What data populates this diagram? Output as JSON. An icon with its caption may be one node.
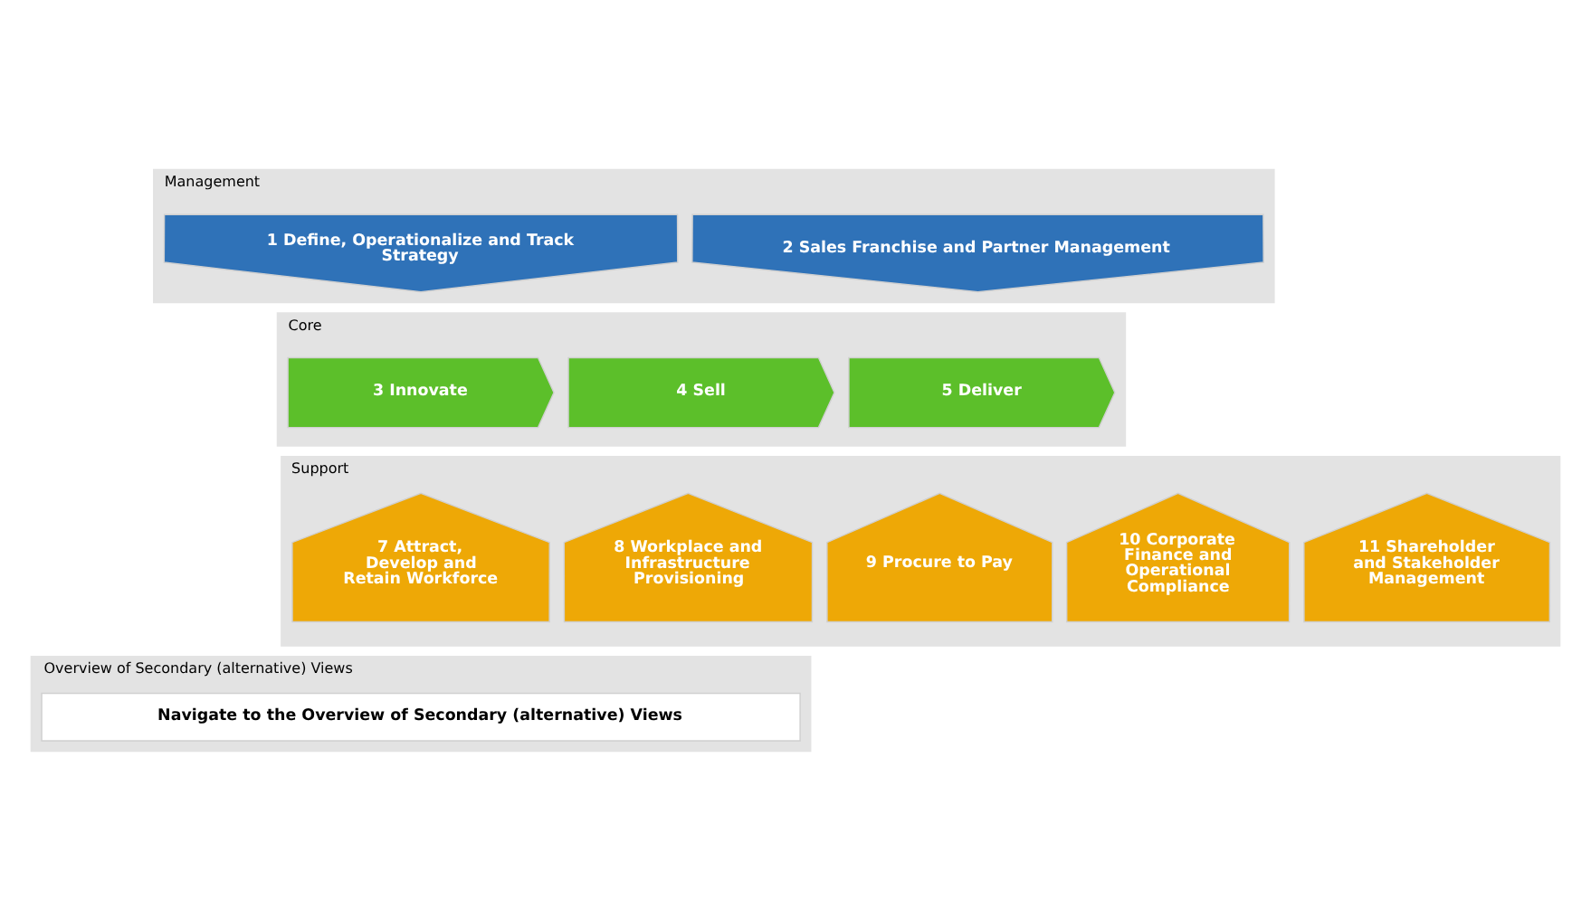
{
  "diagram": {
    "nodes": [
      {
        "text": [
          "Management"
        ]
      },
      {
        "text": [
          "1 Define, Operationalize and Track Strategy"
        ],
        "in": 0
      },
      {
        "text": [
          "2 Sales Franchise and Partner Management"
        ],
        "in": 0
      },
      {
        "text": [
          "Core"
        ]
      },
      {
        "text": [
          "3 Innovate"
        ],
        "in": 3
      },
      {
        "text": [
          "4 Sell"
        ],
        "in": 3
      },
      {
        "text": [
          "5 Deliver"
        ],
        "in": 3
      },
      {
        "text": [
          "Support"
        ]
      },
      {
        "text": [
          "7 Attract, Develop and Retain Workforce"
        ],
        "in": 7
      },
      {
        "text": [
          "8 Workplace and Infrastructure Provisioning"
        ],
        "in": 7
      },
      {
        "text": [
          "9 Procure to Pay"
        ],
        "in": 7
      },
      {
        "text": [
          "10 Corporate Finance and Operational Compliance"
        ],
        "in": 7
      },
      {
        "text": [
          "11 Shareholder and Stakeholder Management"
        ],
        "in": 7
      },
      {
        "text": [
          "Overview of Secondary (alternative) Views"
        ]
      },
      {
        "text": [
          "Navigate to the Overview of Secondary (alternative) Views"
        ],
        "in": 13
      }
    ],
    "edges": []
  }
}
